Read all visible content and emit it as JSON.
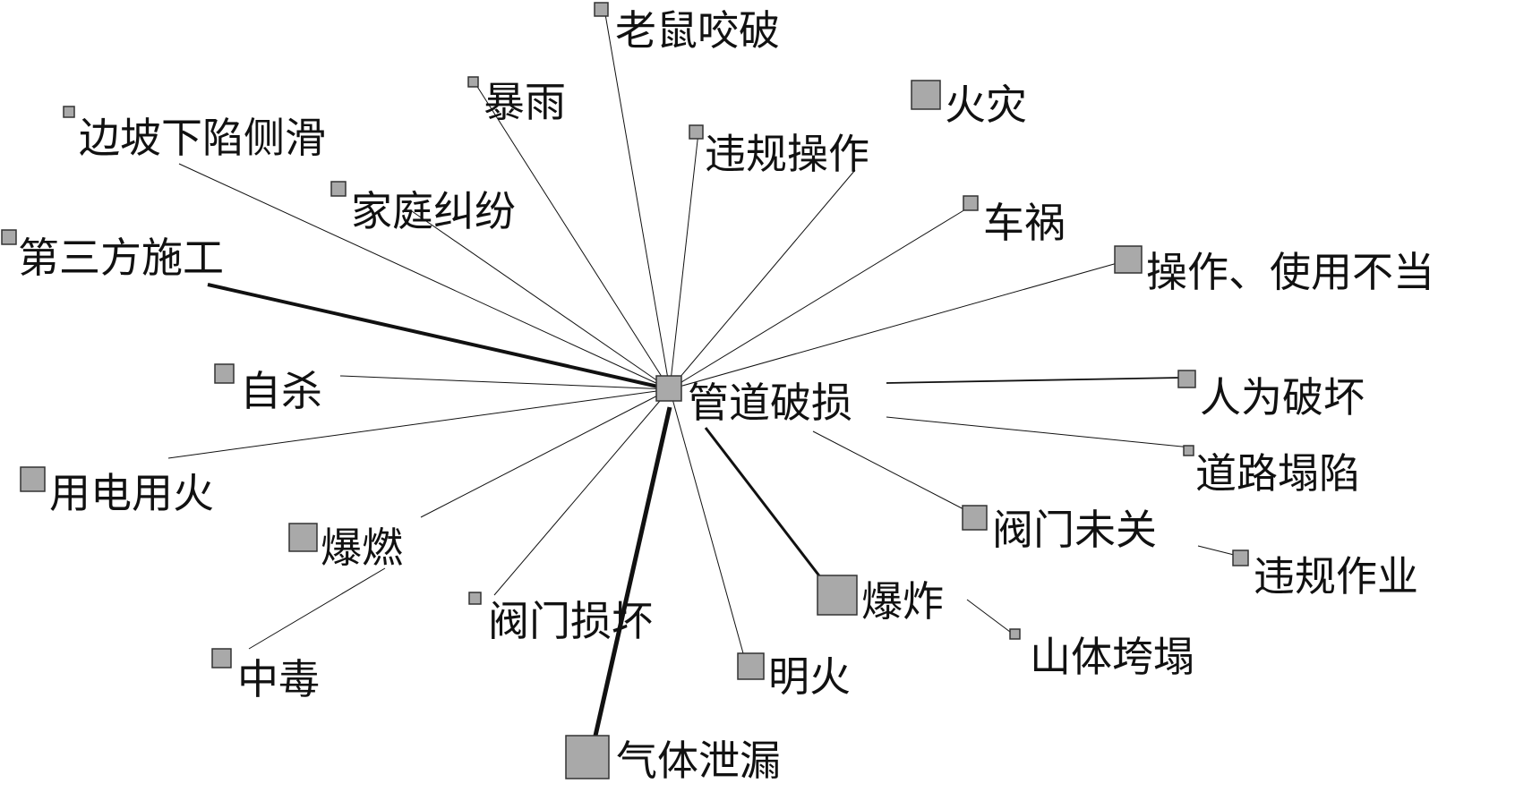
{
  "diagram": {
    "center": {
      "id": "n0",
      "label": "管道破损"
    },
    "nodes": [
      {
        "id": "n1",
        "label": "老鼠咬破"
      },
      {
        "id": "n2",
        "label": "暴雨"
      },
      {
        "id": "n3",
        "label": "火灾"
      },
      {
        "id": "n4",
        "label": "边坡下陷侧滑"
      },
      {
        "id": "n5",
        "label": "违规操作"
      },
      {
        "id": "n6",
        "label": "家庭纠纷"
      },
      {
        "id": "n7",
        "label": "车祸"
      },
      {
        "id": "n8",
        "label": "第三方施工"
      },
      {
        "id": "n9",
        "label": "操作、使用不当"
      },
      {
        "id": "n10",
        "label": "自杀"
      },
      {
        "id": "n11",
        "label": "人为破坏"
      },
      {
        "id": "n12",
        "label": "道路塌陷"
      },
      {
        "id": "n13",
        "label": "用电用火"
      },
      {
        "id": "n14",
        "label": "阀门未关"
      },
      {
        "id": "n15",
        "label": "违规作业"
      },
      {
        "id": "n16",
        "label": "爆燃"
      },
      {
        "id": "n17",
        "label": "阀门损坏"
      },
      {
        "id": "n18",
        "label": "爆炸"
      },
      {
        "id": "n19",
        "label": "山体垮塌"
      },
      {
        "id": "n20",
        "label": "中毒"
      },
      {
        "id": "n21",
        "label": "明火"
      },
      {
        "id": "n22",
        "label": "气体泄漏"
      }
    ],
    "colors": {
      "node": "#a9a9a9",
      "edge": "#111111"
    }
  }
}
